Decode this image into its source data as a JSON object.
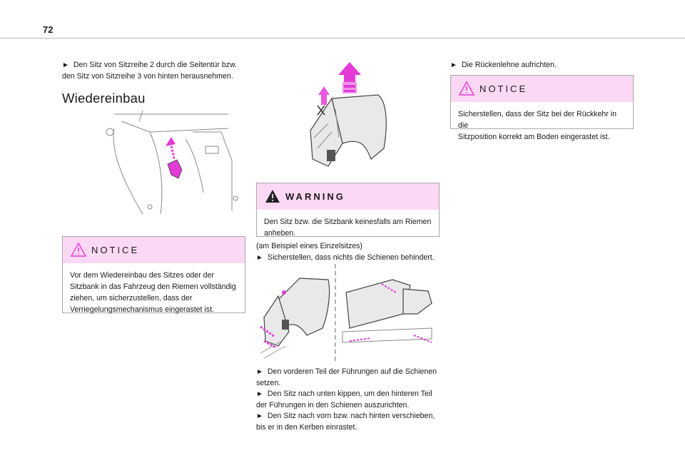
{
  "page_number": "72",
  "col1": {
    "intro": "Den Sitz von Sitzreihe 2 durch die Seitentür bzw. den Sitz von Sitzreihe 3 von hinten herausnehmen.",
    "intro_line1": "Den Sitz von Sitzreihe 2 durch die Seitentür bzw.",
    "intro_line2": "den Sitz von Sitzreihe 3 von hinten herausnehmen.",
    "heading": "Wiedereinbau",
    "notice_title": "NOTICE",
    "notice_lines": [
      "Vor dem Wiedereinbau des Sitzes oder der",
      "Sitzbank in das Fahrzeug den Riemen vollständig",
      "ziehen, um sicherzustellen, dass der",
      "Verriegelungsmechanismus eingerastet ist."
    ]
  },
  "col2": {
    "warning_title": "WARNING",
    "warning_lines": [
      "Den Sitz bzw. die Sitzbank keinesfalls am Riemen",
      "anheben."
    ],
    "example_note": "(am Beispiel eines Einzelsitzes)",
    "step1": "Sicherstellen, dass nichts die Schienen behindert.",
    "steps_lines": [
      "Den vorderen Teil der Führungen auf die Schienen",
      "setzen.",
      "Den Sitz nach unten kippen, um den hinteren Teil",
      "der Führungen in den Schienen auszurichten.",
      "Den Sitz nach vorn bzw. nach hinten verschieben,",
      "bis er in den Kerben einrastet."
    ]
  },
  "col3": {
    "step": "Die Rückenlehne aufrichten.",
    "notice_title": "NOTICE",
    "notice_lines": [
      "Sicherstellen, dass der Sitz bei der Rückkehr in die",
      "Sitzposition korrekt am Boden eingerastet ist."
    ]
  },
  "colors": {
    "accent_magenta": "#e43ad8",
    "box_header": "#fbd8f3",
    "rule": "#b8b8b8"
  },
  "icons": [
    "arrow-bullet-icon",
    "warning-triangle-icon"
  ]
}
